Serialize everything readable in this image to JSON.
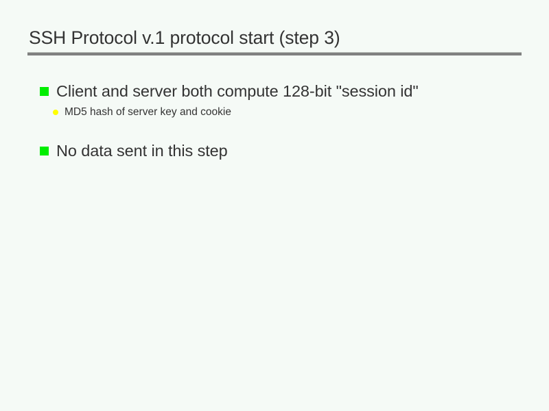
{
  "slide": {
    "title": "SSH Protocol v.1 protocol start (step 3)",
    "background_color": "#f5faf6",
    "text_color": "#333333",
    "rule_color": "#808080",
    "bullets": [
      {
        "level": 1,
        "marker": "green-square-bullet",
        "marker_color": "#00ee00",
        "text": "Client and server both compute 128-bit \"session id\"",
        "children": [
          {
            "level": 2,
            "marker": "yellow-dot-bullet",
            "marker_color": "#ffff00",
            "text": "MD5 hash of server key and cookie"
          }
        ]
      },
      {
        "level": 1,
        "marker": "green-square-bullet",
        "marker_color": "#00ee00",
        "text": "No data sent in this step",
        "children": []
      }
    ]
  }
}
